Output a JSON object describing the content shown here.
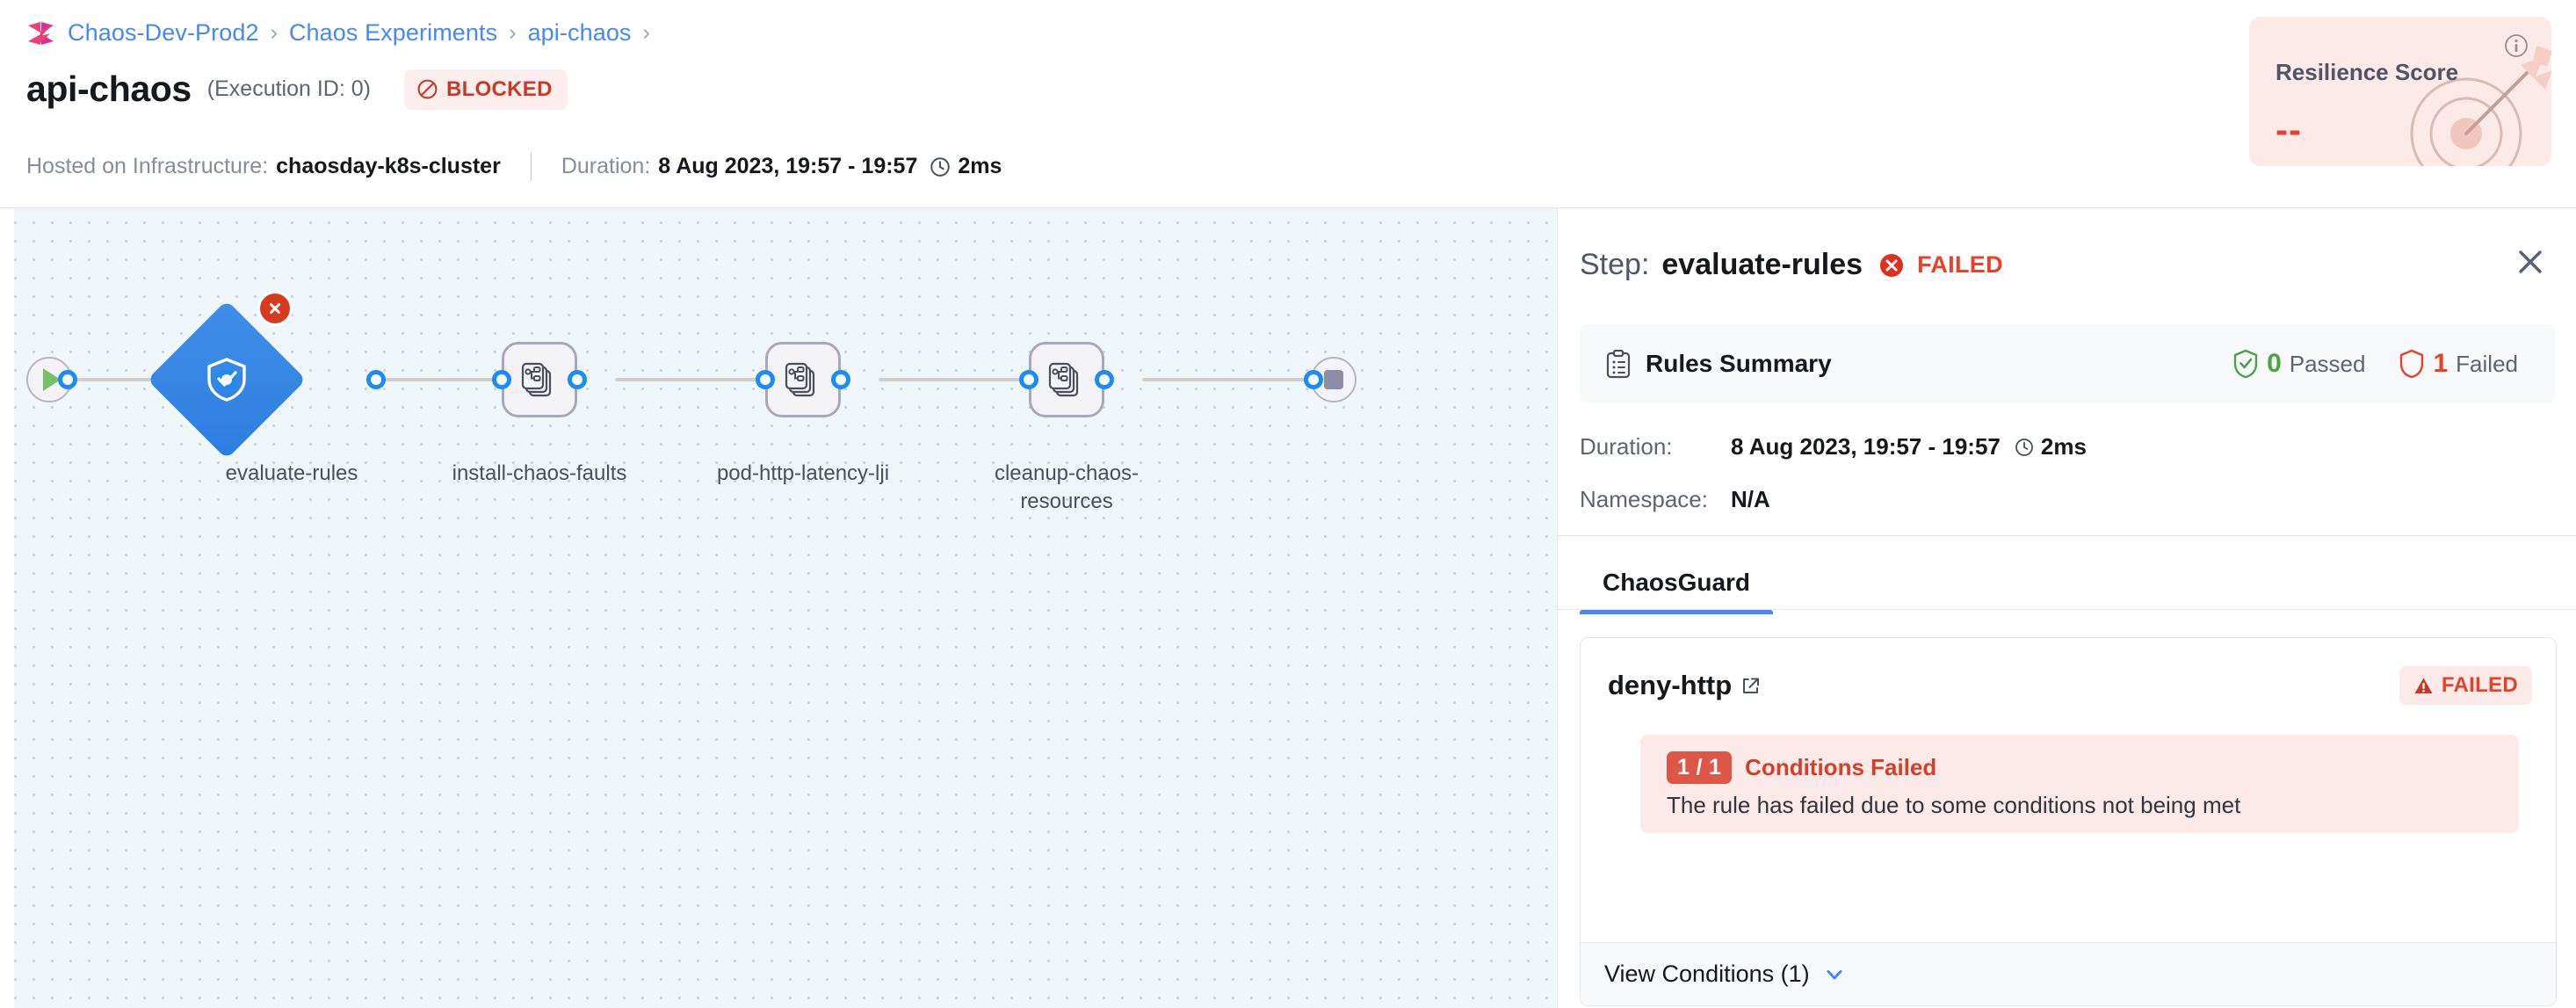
{
  "breadcrumb": {
    "logo_icon": "harness-logo-icon",
    "separator": "›",
    "items": [
      {
        "label": "Chaos-Dev-Prod2"
      },
      {
        "label": "Chaos Experiments"
      },
      {
        "label": "api-chaos"
      }
    ]
  },
  "header": {
    "title": "api-chaos",
    "execution_id": "(Execution ID: 0)",
    "status": {
      "label": "BLOCKED",
      "icon": "blocked-icon",
      "color": "#c9392a",
      "bg": "#fbeeec"
    },
    "infrastructure_label": "Hosted on Infrastructure:",
    "infrastructure_value": "chaosday-k8s-cluster",
    "duration_label": "Duration:",
    "duration_value": "8 Aug 2023, 19:57 - 19:57",
    "duration_elapsed": "2ms",
    "clock_icon": "clock-icon"
  },
  "resilience": {
    "title": "Resilience Score",
    "value": "--",
    "info_icon": "info-icon",
    "art_icon": "target-arrow-icon",
    "bg": "#fbeae7",
    "value_color": "#e8402a"
  },
  "pipeline": {
    "start_icon": "play-icon",
    "end_icon": "stop-icon",
    "nodes": [
      {
        "label": "evaluate-rules",
        "type": "diamond",
        "icon": "shield-check-icon",
        "status": "failed",
        "badge_icon": "error-x-icon"
      },
      {
        "label": "install-chaos-faults",
        "type": "step",
        "icon": "chaos-template-icon"
      },
      {
        "label": "pod-http-latency-lji",
        "type": "step",
        "icon": "chaos-template-icon"
      },
      {
        "label": "cleanup-chaos-resources",
        "type": "step",
        "icon": "chaos-template-icon"
      }
    ]
  },
  "panel": {
    "step_prefix": "Step:",
    "step_name": "evaluate-rules",
    "step_status": "FAILED",
    "step_status_icon": "error-circle-icon",
    "close_icon": "close-icon",
    "rules_summary": {
      "icon": "clipboard-icon",
      "label": "Rules Summary",
      "passed_count": "0",
      "passed_label": "Passed",
      "passed_icon": "shield-check-icon",
      "failed_count": "1",
      "failed_label": "Failed",
      "failed_icon": "shield-outline-icon"
    },
    "details": {
      "duration_key": "Duration:",
      "duration_value": "8 Aug 2023, 19:57 - 19:57",
      "duration_elapsed": "2ms",
      "clock_icon": "clock-icon",
      "namespace_key": "Namespace:",
      "namespace_value": "N/A"
    },
    "tabs": [
      {
        "label": "ChaosGuard",
        "active": true
      }
    ],
    "rule": {
      "name": "deny-http",
      "external_link_icon": "external-link-icon",
      "status": "FAILED",
      "status_icon": "warning-triangle-icon",
      "conditions_badge": "1 / 1",
      "conditions_title": "Conditions Failed",
      "conditions_message": "The rule has failed due to some conditions not being met",
      "view_conditions_label": "View Conditions (1)",
      "chevron_icon": "chevron-down-icon"
    }
  }
}
